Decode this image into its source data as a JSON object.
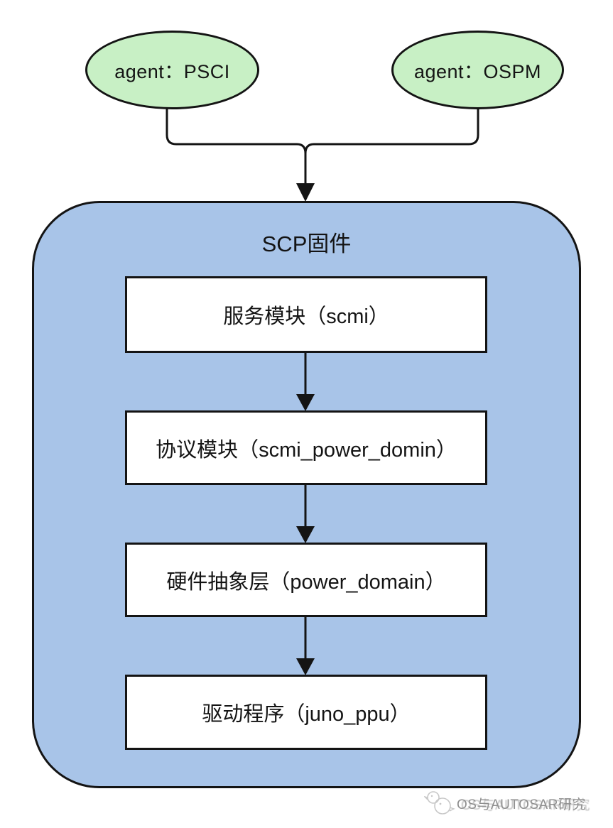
{
  "diagram": {
    "agents": [
      {
        "label": "agent：PSCI"
      },
      {
        "label": "agent：OSPM"
      }
    ],
    "container": {
      "title": "SCP固件"
    },
    "layers": [
      {
        "label": "服务模块（scmi）"
      },
      {
        "label": "协议模块（scmi_power_domin）"
      },
      {
        "label": "硬件抽象层（power_domain）"
      },
      {
        "label": "驱动程序（juno_ppu）"
      }
    ],
    "watermark": {
      "text": "OS与AUTOSAR研究"
    },
    "colors": {
      "agent_fill": "#c8f0c5",
      "container_fill": "#a8c4e8",
      "box_fill": "#ffffff",
      "border": "#141414",
      "watermark_gray": "#8f8f8f"
    }
  }
}
